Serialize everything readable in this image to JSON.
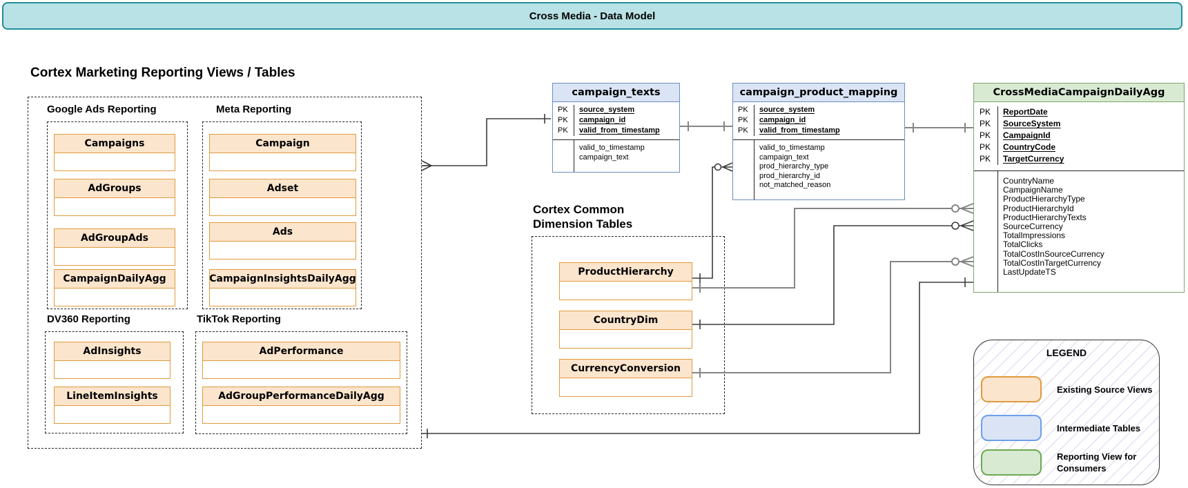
{
  "banner": {
    "title": "Cross Media - Data Model"
  },
  "marketing": {
    "title": "Cortex Marketing Reporting Views / Tables",
    "groups": [
      {
        "label": "Google Ads Reporting",
        "tables": [
          "Campaigns",
          "AdGroups",
          "AdGroupAds",
          "CampaignDailyAgg"
        ]
      },
      {
        "label": "Meta Reporting",
        "tables": [
          "Campaign",
          "Adset",
          "Ads",
          "CampaignInsightsDailyAgg"
        ]
      },
      {
        "label": "DV360 Reporting",
        "tables": [
          "AdInsights",
          "LineItemInsights"
        ]
      },
      {
        "label": "TikTok Reporting",
        "tables": [
          "AdPerformance",
          "AdGroupPerformanceDailyAgg"
        ]
      }
    ]
  },
  "er": {
    "pk_label": "PK",
    "campaign_texts": {
      "name": "campaign_texts",
      "pks": [
        "source_system",
        "campaign_id",
        "valid_from_timestamp"
      ],
      "fields": [
        "valid_to_timestamp",
        "campaign_text"
      ]
    },
    "campaign_product_mapping": {
      "name": "campaign_product_mapping",
      "pks": [
        "source_system",
        "campaign_id",
        "valid_from_timestamp"
      ],
      "fields": [
        "valid_to_timestamp",
        "campaign_text",
        "prod_hierarchy_type",
        "prod_hierarchy_id",
        "not_matched_reason"
      ]
    },
    "cross_media": {
      "name": "CrossMediaCampaignDailyAgg",
      "pks": [
        "ReportDate",
        "SourceSystem",
        "CampaignId",
        "CountryCode",
        "TargetCurrency"
      ],
      "fields": [
        "CountryName",
        "CampaignName",
        "ProductHierarchyType",
        "ProductHierarchyId",
        "ProductHierarchyTexts",
        "SourceCurrency",
        "TotalImpressions",
        "TotalClicks",
        "TotalCostInSourceCurrency",
        "TotalCostInTargetCurrency",
        "LastUpdateTS"
      ]
    }
  },
  "dimensions": {
    "title_line1": "Cortex Common",
    "title_line2": "Dimension Tables",
    "tables": [
      "ProductHierarchy",
      "CountryDim",
      "CurrencyConversion"
    ]
  },
  "legend": {
    "title": "LEGEND",
    "items": [
      {
        "label": "Existing Source Views"
      },
      {
        "label": "Intermediate Tables"
      },
      {
        "label": "Reporting View for Consumers"
      }
    ]
  },
  "colors": {
    "banner_fill": "#B9E2E6",
    "banner_border": "#1E8E9C",
    "source_fill": "#FCE5CD",
    "source_border": "#E09A3C",
    "intermediate_fill": "#DAE4F5",
    "intermediate_border": "#6C8EBF",
    "legend_blue_border": "#6D9EEB",
    "reporting_fill": "#D9EAD3",
    "reporting_border": "#7DA769",
    "legend_green_border": "#6AA84F",
    "connector_dark": "#3B3B3B",
    "connector_gray": "#848484"
  }
}
